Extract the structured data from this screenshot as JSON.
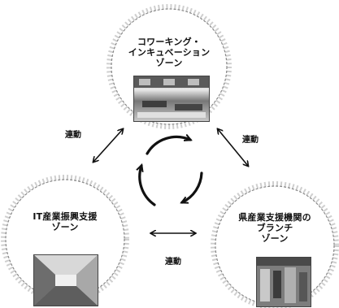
{
  "zones": {
    "coworking": "コワーキング・\nインキュベーション\nゾーン",
    "it_support": "IT産業振興支援\nゾーン",
    "pref_branch": "県産業支援機関の\nブランチ\nゾーン"
  },
  "links": {
    "left": "連動",
    "right": "連動",
    "bottom": "連動"
  }
}
